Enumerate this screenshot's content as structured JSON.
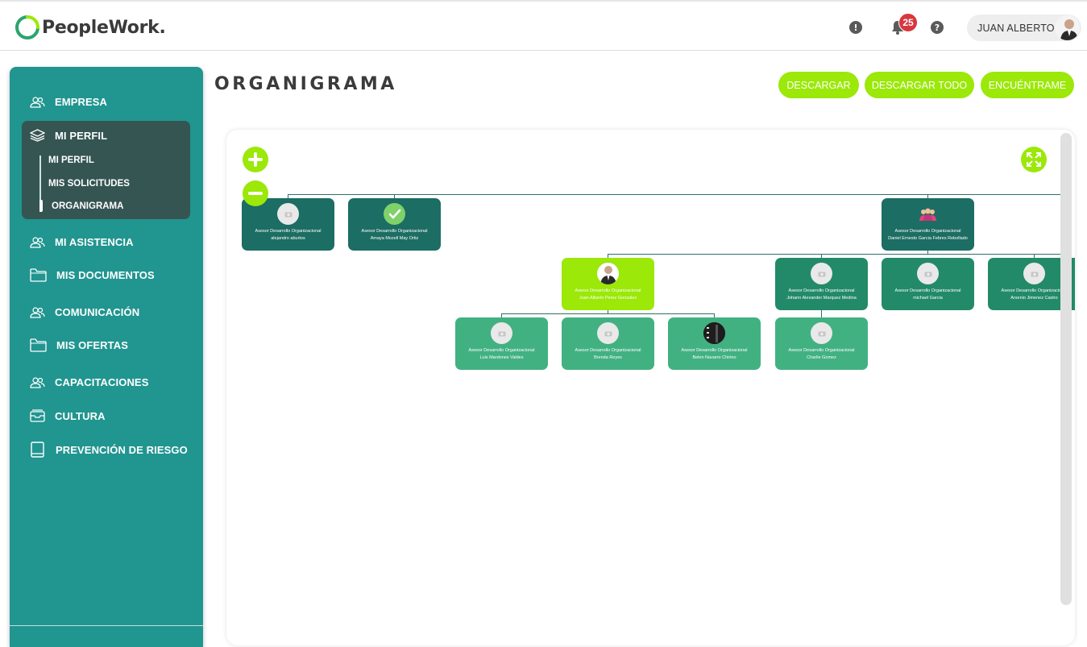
{
  "brand": {
    "name": "PeopleWork."
  },
  "header": {
    "alert_icon": "exclamation-icon",
    "notifications_count": "25",
    "help_icon": "question-icon",
    "user_name": "JUAN ALBERTO"
  },
  "sidebar": {
    "items": [
      {
        "label": "EMPRESA",
        "icon": "users-icon"
      },
      {
        "label": "MI PERFIL",
        "icon": "layers-icon"
      },
      {
        "label": "MI ASISTENCIA",
        "icon": "users-icon"
      },
      {
        "label": "MIS DOCUMENTOS",
        "icon": "folder-icon"
      },
      {
        "label": "COMUNICACIÓN",
        "icon": "users-icon"
      },
      {
        "label": "MIS OFERTAS",
        "icon": "folder-icon"
      },
      {
        "label": "CAPACITACIONES",
        "icon": "users-icon"
      },
      {
        "label": "CULTURA",
        "icon": "inbox-icon"
      },
      {
        "label": "PREVENCIÓN DE RIESGO",
        "icon": "book-icon"
      }
    ],
    "profile_subitems": [
      {
        "label": "MI PERFIL"
      },
      {
        "label": "MIS SOLICITUDES"
      },
      {
        "label": "ORGANIGRAMA",
        "active": true
      }
    ]
  },
  "page": {
    "title": "ORGANIGRAMA",
    "buttons": {
      "download": "DESCARGAR",
      "download_all": "DESCARGAR TODO",
      "find_me": "ENCUÉNTRAME"
    }
  },
  "org": {
    "nodes": [
      {
        "role": "Asesor Desarrollo Organizacional",
        "name": "alejandro aburtos"
      },
      {
        "role": "Asesor Desarrollo Organizacional",
        "name": "Amaya Mozell May Ortiz"
      },
      {
        "role": "Asesor Desarrollo Organizacional",
        "name": "Daniel Ernesto Garcia Febres Rebollado"
      },
      {
        "role": "Asesor Desarrollo Organizacional",
        "name": "Juan Alberto Perez Gonzalez"
      },
      {
        "role": "Asesor Desarrollo Organizacional",
        "name": "Johann Alexander Marquez Medina"
      },
      {
        "role": "Asesor Desarrollo Organizacional",
        "name": "michael Garcia"
      },
      {
        "role": "Asesor Desarrollo Organizacional",
        "name": "Arsenio Jimenez Castro"
      },
      {
        "role": "Asesor Desarrollo Organizacional",
        "name": "Luis Mardones Valdes"
      },
      {
        "role": "Asesor Desarrollo Organizacional",
        "name": "Brenda Reyes"
      },
      {
        "role": "Asesor Desarrollo Organizacional",
        "name": "Belen Navarro Chirino"
      },
      {
        "role": "Asesor Desarrollo Organizacional",
        "name": "Charlie Gomez"
      }
    ]
  }
}
